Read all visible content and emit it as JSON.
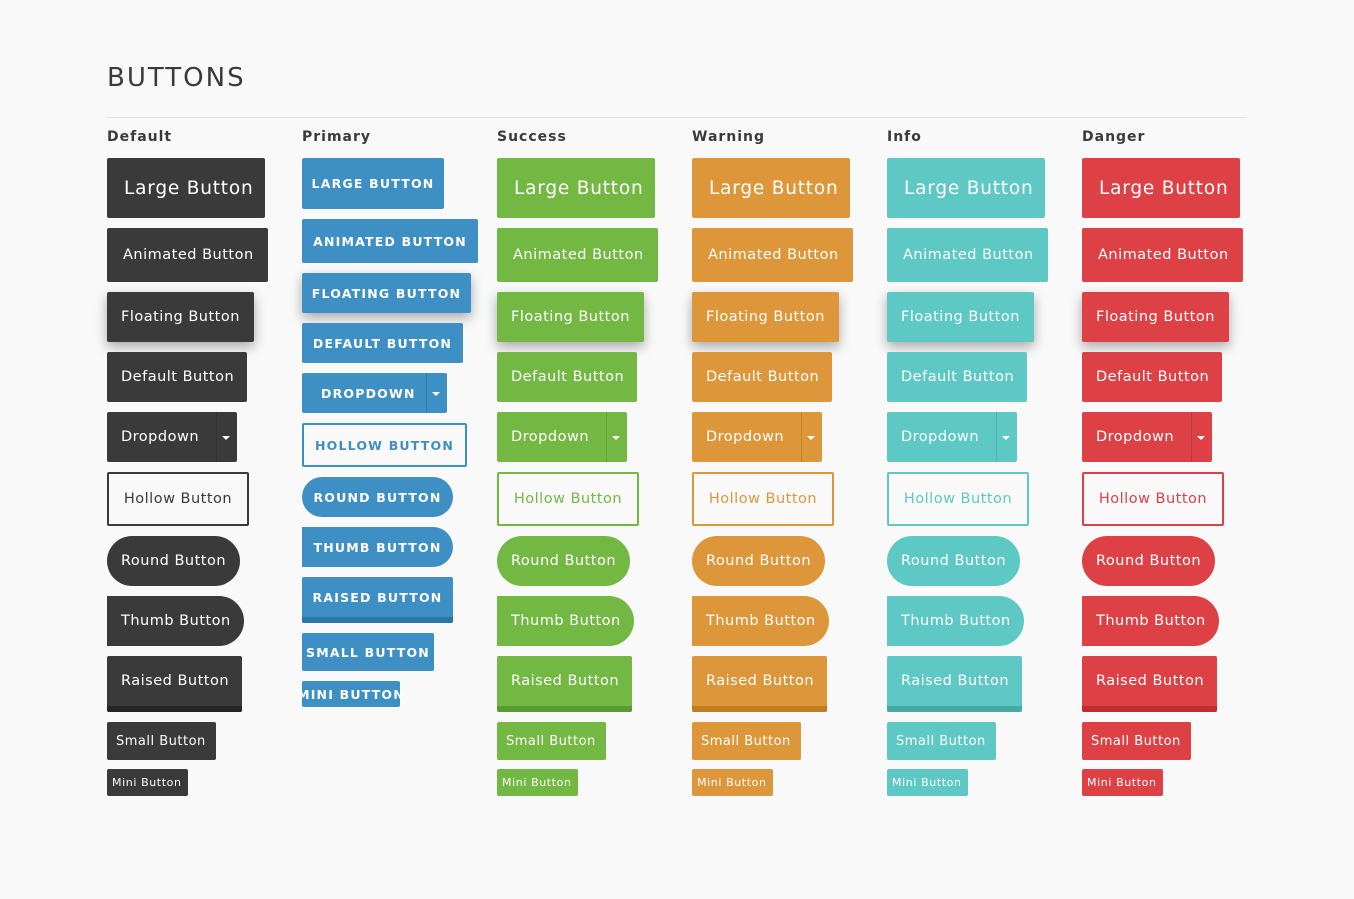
{
  "title": "BUTTONS",
  "columns": [
    {
      "key": "default",
      "label": "Default",
      "color": "#3a3a3a",
      "shade": "#252525",
      "large": "Large Button",
      "animated": "Animated Button",
      "floating": "Floating Button",
      "default": "Default Button",
      "dropdown": "Dropdown",
      "hollow": "Hollow Button",
      "round": "Round Button",
      "thumb": "Thumb Button",
      "raised": "Raised Button",
      "small": "Small Button",
      "mini": "Mini Button"
    },
    {
      "key": "primary",
      "label": "Primary",
      "color": "#3d8fc4",
      "shade": "#2c74a3",
      "large": "LARGE BUTTON",
      "animated": "ANIMATED BUTTON",
      "floating": "FLOATING BUTTON",
      "default": "DEFAULT BUTTON",
      "dropdown": "DROPDOWN",
      "hollow": "HOLLOW BUTTON",
      "round": "ROUND BUTTON",
      "thumb": "THUMB BUTTON",
      "raised": "RAISED BUTTON",
      "small": "SMALL BUTTON",
      "mini": "MINI BUTTON"
    },
    {
      "key": "success",
      "label": "Success",
      "color": "#72b843",
      "shade": "#5a9a31",
      "large": "Large Button",
      "animated": "Animated Button",
      "floating": "Floating Button",
      "default": "Default Button",
      "dropdown": "Dropdown",
      "hollow": "Hollow Button",
      "round": "Round Button",
      "thumb": "Thumb Button",
      "raised": "Raised Button",
      "small": "Small Button",
      "mini": "Mini Button"
    },
    {
      "key": "warning",
      "label": "Warning",
      "color": "#de963a",
      "shade": "#c07b24",
      "large": "Large Button",
      "animated": "Animated Button",
      "floating": "Floating Button",
      "default": "Default Button",
      "dropdown": "Dropdown",
      "hollow": "Hollow Button",
      "round": "Round Button",
      "thumb": "Thumb Button",
      "raised": "Raised Button",
      "small": "Small Button",
      "mini": "Mini Button"
    },
    {
      "key": "info",
      "label": "Info",
      "color": "#5ec8c4",
      "shade": "#45a9a5",
      "large": "Large Button",
      "animated": "Animated Button",
      "floating": "Floating Button",
      "default": "Default Button",
      "dropdown": "Dropdown",
      "hollow": "Hollow Button",
      "round": "Round Button",
      "thumb": "Thumb Button",
      "raised": "Raised Button",
      "small": "Small Button",
      "mini": "Mini Button"
    },
    {
      "key": "danger",
      "label": "Danger",
      "color": "#dd4145",
      "shade": "#bd2f33",
      "large": "Large Button",
      "animated": "Animated Button",
      "floating": "Floating Button",
      "default": "Default Button",
      "dropdown": "Dropdown",
      "hollow": "Hollow Button",
      "round": "Round Button",
      "thumb": "Thumb Button",
      "raised": "Raised Button",
      "small": "Small Button",
      "mini": "Mini Button"
    }
  ]
}
